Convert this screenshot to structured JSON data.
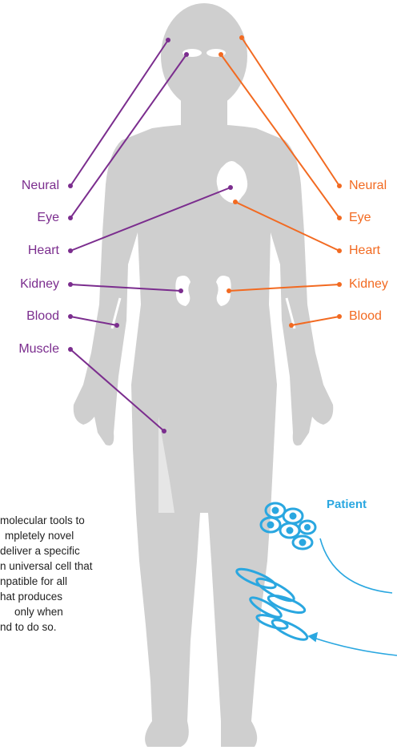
{
  "colors": {
    "body": "#cfcfcf",
    "left_accent": "#7b2d8e",
    "right_accent": "#f26a21",
    "cell_blue": "#2aa7e0",
    "text": "#222222"
  },
  "left_labels": [
    "Neural",
    "Eye",
    "Heart",
    "Kidney",
    "Blood",
    "Muscle"
  ],
  "right_labels": [
    "Neural",
    "Eye",
    "Heart",
    "Kidney",
    "Blood"
  ],
  "patient_label": "Patient",
  "description_lines": [
    "molecular tools to",
    "mpletely novel",
    "deliver a specific",
    "n universal cell that",
    "npatible for all",
    "hat produces",
    "only when",
    "nd to do so."
  ]
}
